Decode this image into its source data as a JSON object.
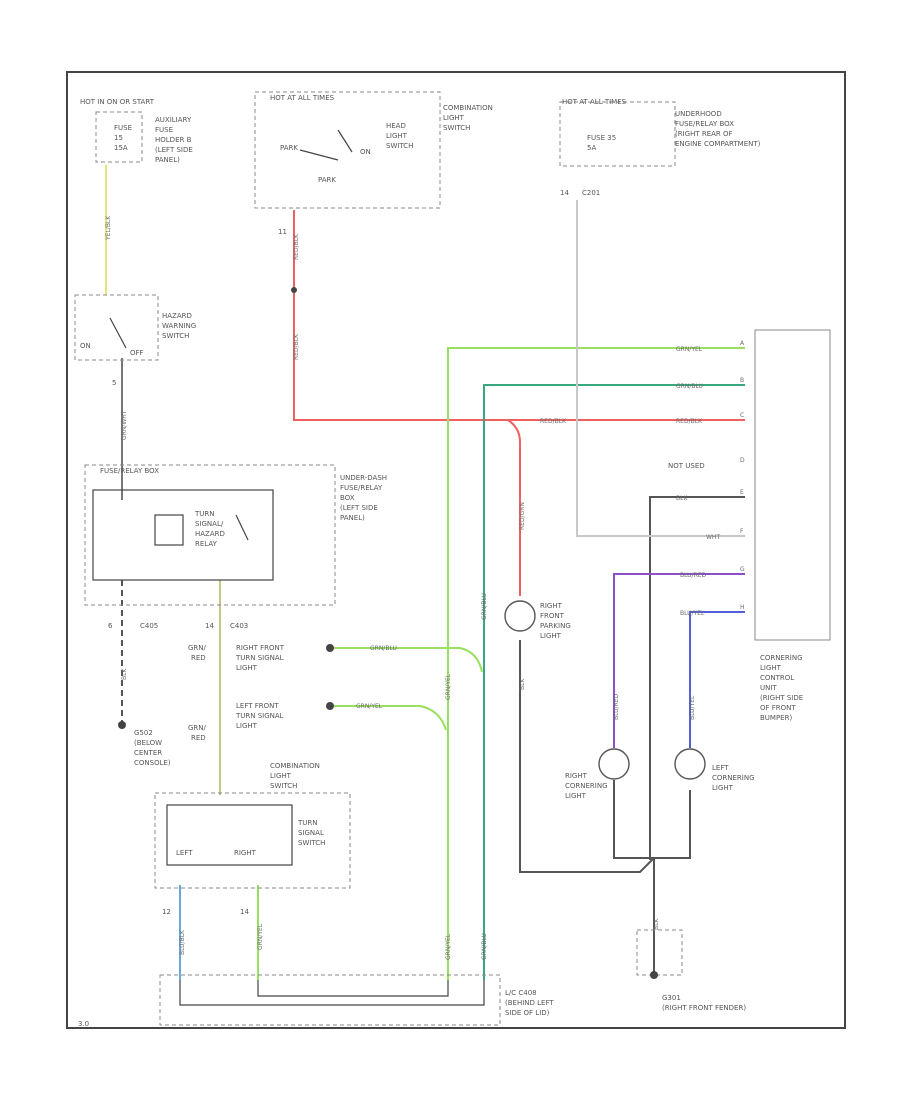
{
  "labels": {
    "hot_run_start": "HOT IN ON OR START",
    "aux_fuse_num": "FUSE",
    "aux_fuse_amp": "15",
    "aux_fuse_unit": "15A",
    "aux_holder_1": "AUXILIARY",
    "aux_holder_2": "FUSE",
    "aux_holder_3": "HOLDER B",
    "aux_holder_4": "(LEFT SIDE",
    "aux_holder_5": "PANEL)",
    "hot_left": "HOT AT ALL TIMES",
    "comb_switch_top_1": "COMBINATION",
    "comb_switch_top_2": "LIGHT",
    "comb_switch_top_3": "SWITCH",
    "head_light_1": "HEAD",
    "head_light_2": "LIGHT",
    "head_light_3": "SWITCH",
    "head_pos_park": "PARK",
    "head_pos_on": "ON",
    "head_pos_off": "PARK",
    "pin_11": "11",
    "hot_right": "HOT AT ALL TIMES",
    "fuse35": "FUSE 35",
    "fuse35_amp": "5A",
    "underhood_1": "UNDERHOOD",
    "underhood_2": "FUSE/RELAY BOX",
    "underhood_3": "(RIGHT REAR OF",
    "underhood_4": "ENGINE COMPARTMENT)",
    "pin_14a": "14",
    "c201": "C201",
    "hazard_1": "HAZARD",
    "hazard_2": "WARNING",
    "hazard_3": "SWITCH",
    "hazard_on": "ON",
    "hazard_off": "OFF",
    "pin_5": "5",
    "fuse_relay_box": "FUSE/RELAY BOX",
    "turn_relay_1": "TURN",
    "turn_relay_2": "SIGNAL/",
    "turn_relay_3": "HAZARD",
    "turn_relay_4": "RELAY",
    "underdash_1": "UNDER-DASH",
    "underdash_2": "FUSE/RELAY",
    "underdash_3": "BOX",
    "underdash_4": "(LEFT SIDE",
    "underdash_5": "PANEL)",
    "pin_6": "6",
    "c405": "C405",
    "pin_14b": "14",
    "c403": "C403",
    "grn_red_1": "GRN/",
    "grn_red_1b": "RED",
    "grn_red_2": "GRN/",
    "grn_red_2b": "RED",
    "g502_1": "G502",
    "g502_2": "(BELOW",
    "g502_3": "CENTER",
    "g502_4": "CONSOLE)",
    "rf_turn_1": "RIGHT FRONT",
    "rf_turn_2": "TURN SIGNAL",
    "rf_turn_3": "LIGHT",
    "lf_turn_1": "LEFT FRONT",
    "lf_turn_2": "TURN SIGNAL",
    "lf_turn_3": "LIGHT",
    "rf_park_1": "RIGHT",
    "rf_park_2": "FRONT",
    "rf_park_3": "PARKING",
    "rf_park_4": "LIGHT",
    "comb_bottom_1": "COMBINATION",
    "comb_bottom_2": "LIGHT",
    "comb_bottom_3": "SWITCH",
    "turn_sw_1": "TURN",
    "turn_sw_2": "SIGNAL",
    "turn_sw_3": "SWITCH",
    "turn_left": "LEFT",
    "turn_right": "RIGHT",
    "pin_12": "12",
    "pin_14c": "14",
    "lf_box_1": "L/C C408",
    "lf_box_2": "(BEHIND LEFT",
    "lf_box_3": "SIDE OF LID)",
    "r_corner_1": "RIGHT",
    "r_corner_2": "CORNERING",
    "r_corner_3": "LIGHT",
    "l_corner_1": "LEFT",
    "l_corner_2": "CORNERING",
    "l_corner_3": "LIGHT",
    "ctrl_1": "CORNERING",
    "ctrl_2": "LIGHT",
    "ctrl_3": "CONTROL",
    "ctrl_4": "UNIT",
    "ctrl_5": "(RIGHT SIDE",
    "ctrl_6": "OF FRONT",
    "ctrl_7": "BUMPER)",
    "not_used": "NOT USED",
    "g301_1": "G301",
    "g301_2": "(RIGHT FRONT FENDER)",
    "footer": "3.0"
  },
  "wires": {
    "yel_blk": "YEL/BLK",
    "red_blk": "RED/BLK",
    "grn_yel": "GRN/YEL",
    "grn_blu": "GRN/BLU",
    "blk": "BLK",
    "wht": "WHT",
    "blu_red": "BLU/RED",
    "blu_yel": "BLU/YEL",
    "red_grn": "RED/GRN",
    "grn_wht": "GRN/WHT",
    "blu_blk": "BLU/BLK",
    "pin_a": "A",
    "pin_b": "B",
    "pin_c": "C",
    "pin_d": "D",
    "pin_e": "E",
    "pin_f": "F",
    "pin_g": "G",
    "pin_h": "H"
  },
  "colors": {
    "frame": "#444444",
    "red_wire": "#f06060",
    "green_wire": "#99e060",
    "teal_wire": "#3aa87e",
    "purple_wire": "#8c50cc",
    "blue_wire": "#5060d8",
    "gray_wire": "#555555",
    "yellow_wire": "#e4e47a"
  }
}
